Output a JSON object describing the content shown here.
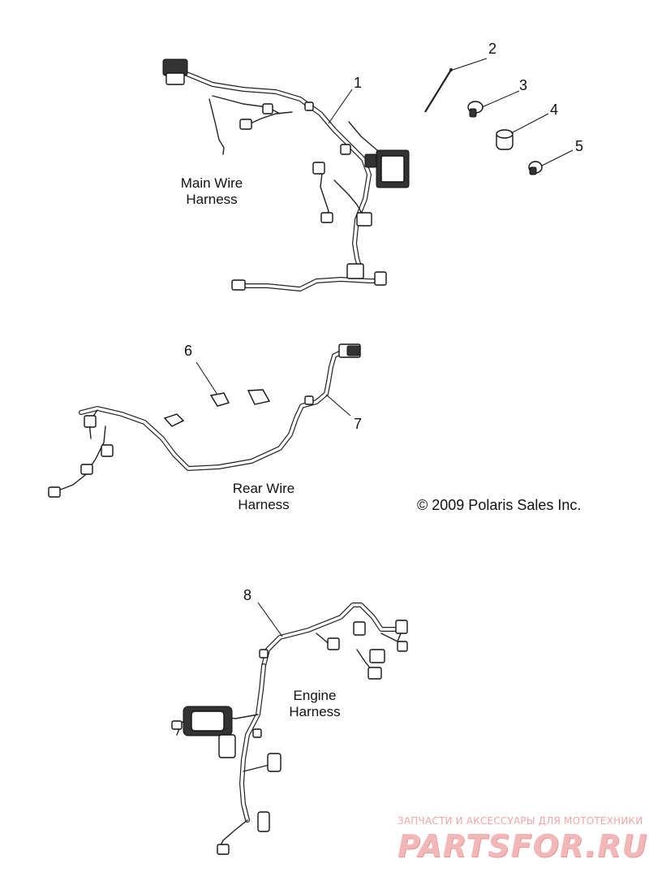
{
  "callouts": [
    "1",
    "2",
    "3",
    "4",
    "5",
    "6",
    "7",
    "8"
  ],
  "labels": {
    "main_harness": [
      "Main Wire",
      "Harness"
    ],
    "rear_harness": [
      "Rear Wire",
      "Harness"
    ],
    "engine_harness": [
      "Engine",
      "Harness"
    ]
  },
  "copyright": "© 2009 Polaris Sales Inc.",
  "watermark": {
    "tagline": "ЗАПЧАСТИ И АКСЕССУАРЫ ДЛЯ МОТОТЕХНИКИ",
    "brand": "PARTSFOR.RU"
  }
}
